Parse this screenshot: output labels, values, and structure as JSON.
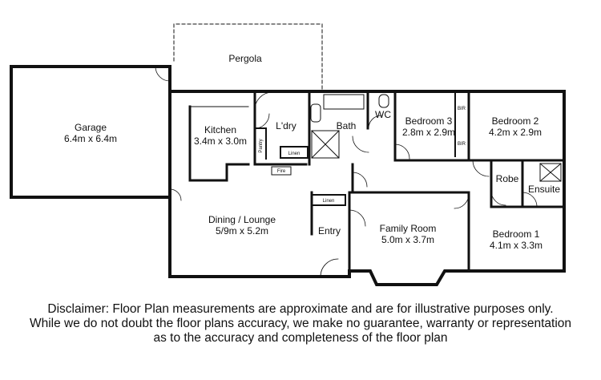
{
  "rooms": {
    "pergola": {
      "name": "Pergola"
    },
    "garage": {
      "name": "Garage",
      "size": "6.4m x 6.4m"
    },
    "kitchen": {
      "name": "Kitchen",
      "size": "3.4m x 3.0m"
    },
    "laundry": {
      "name": "L'dry"
    },
    "bath": {
      "name": "Bath"
    },
    "wc": {
      "name": "WC"
    },
    "bedroom3": {
      "name": "Bedroom 3",
      "size": "2.8m x 2.9m"
    },
    "bedroom2": {
      "name": "Bedroom 2",
      "size": "4.2m x 2.9m"
    },
    "dining": {
      "name": "Dining / Lounge",
      "size": "5/9m x 5.2m"
    },
    "entry": {
      "name": "Entry"
    },
    "family": {
      "name": "Family Room",
      "size": "5.0m x 3.7m"
    },
    "robe": {
      "name": "Robe"
    },
    "ensuite": {
      "name": "Ensuite"
    },
    "bedroom1": {
      "name": "Bedroom 1",
      "size": "4.1m x 3.3m"
    }
  },
  "fixtures": {
    "pantry": "Pantry",
    "linen1": "Linen",
    "linen2": "Linen",
    "fire": "Fire",
    "bir1": "BIR",
    "bir2": "BIR"
  },
  "disclaimer": {
    "line1": "Disclaimer: Floor Plan measurements are approximate and are for illustrative purposes only.",
    "line2": "While we do not doubt the floor plans accuracy, we make no guarantee, warranty or representation",
    "line3": "as to the accuracy and completeness of the floor plan"
  }
}
